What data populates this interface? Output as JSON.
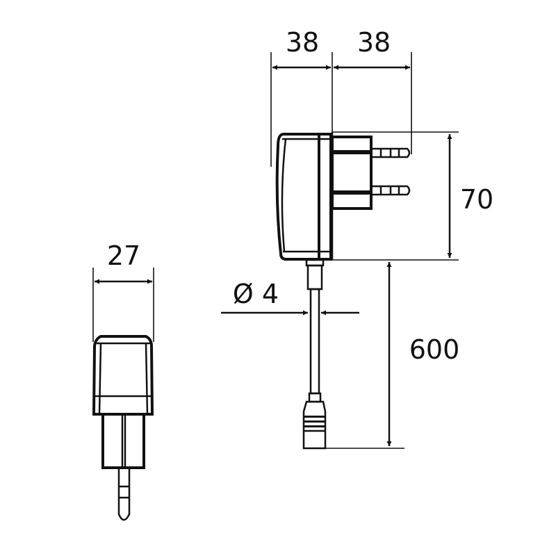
{
  "drawing": {
    "side_view": {
      "width_left": "38",
      "width_right": "38",
      "height": "70",
      "cable_length": "600",
      "cable_diameter": "Ø 4"
    },
    "front_view": {
      "width": "27"
    },
    "colors": {
      "line": "#111111",
      "background": "#ffffff"
    }
  }
}
